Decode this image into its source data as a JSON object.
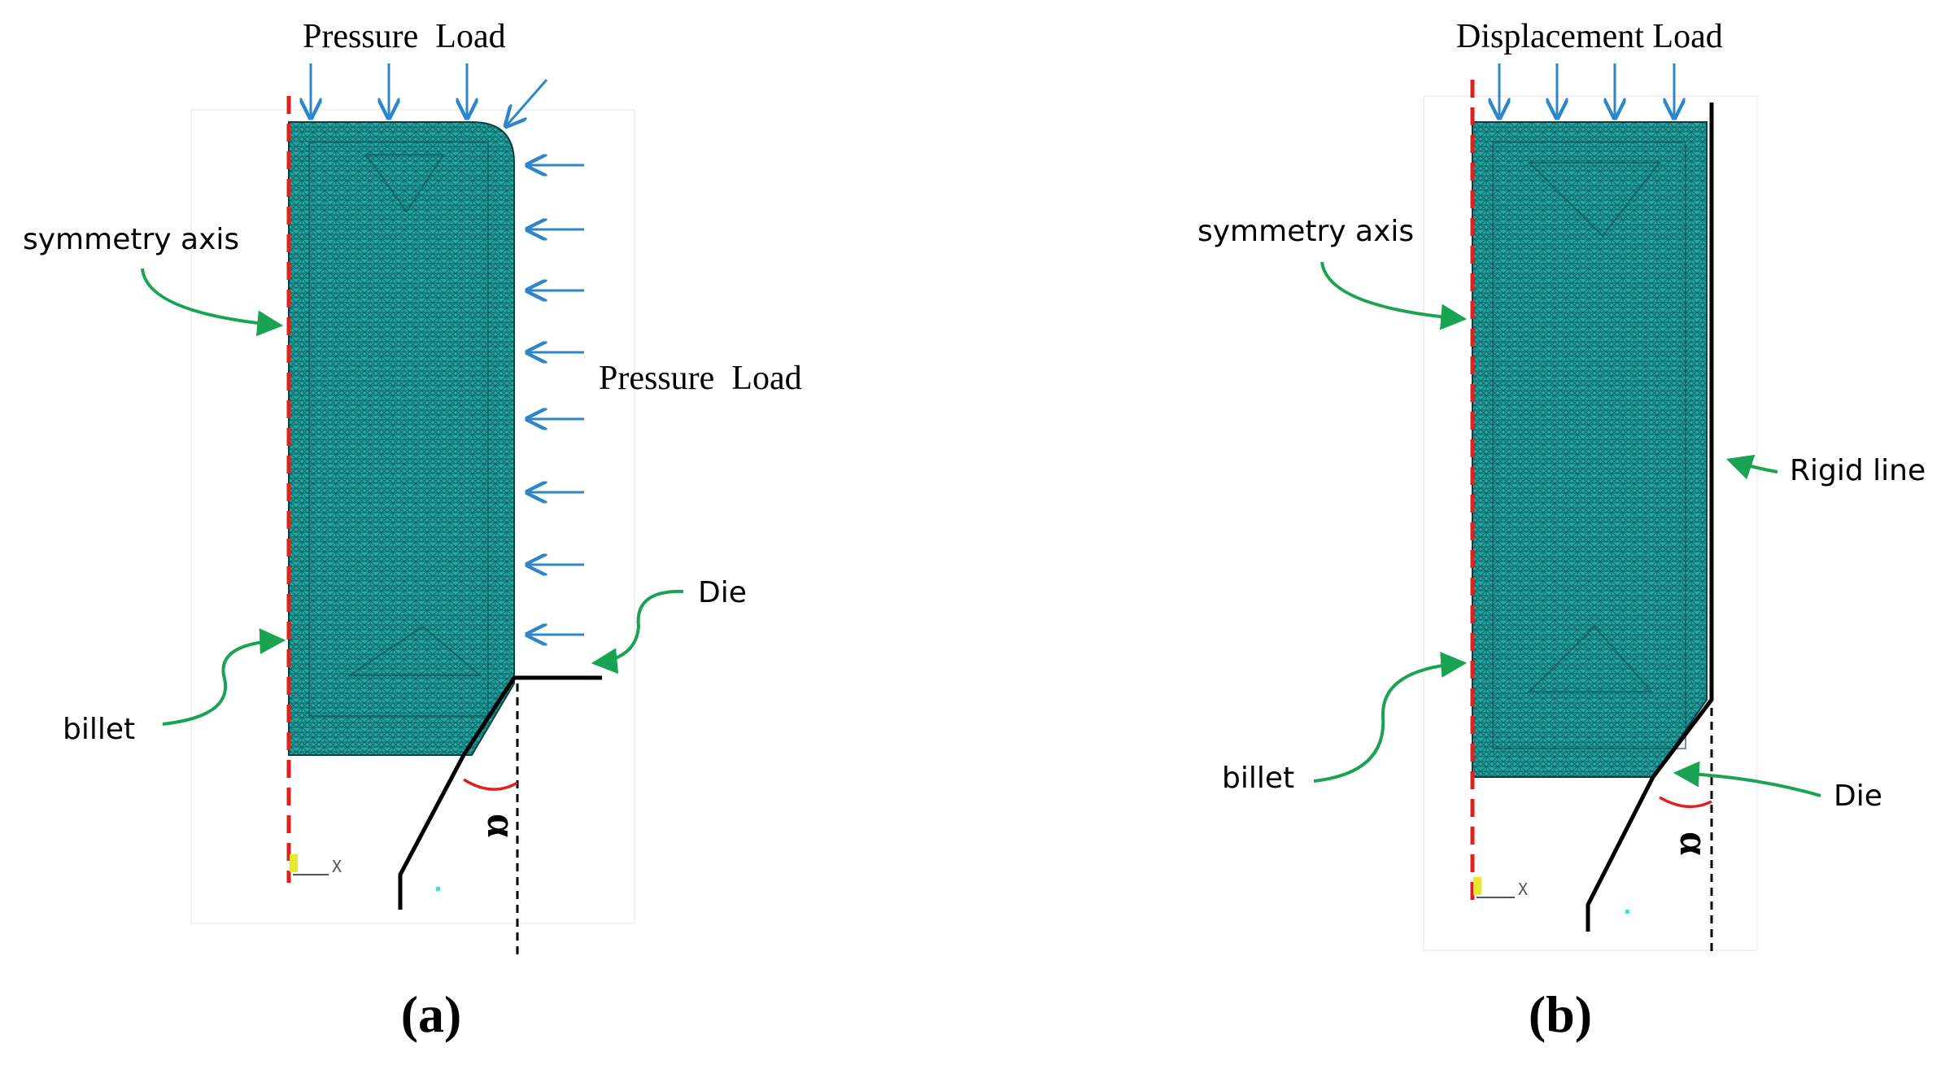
{
  "panels": [
    {
      "id": "a",
      "caption": "(a)",
      "top_load_label": "Pressure  Load",
      "side_load_label": "Pressure  Load",
      "symmetry_label": "symmetry axis",
      "billet_label": "billet",
      "die_label": "Die",
      "angle_symbol": "α",
      "triad_label": "X"
    },
    {
      "id": "b",
      "caption": "(b)",
      "top_load_label": "Displacement Load",
      "symmetry_label": "symmetry axis",
      "rigid_label": "Rigid line",
      "billet_label": "billet",
      "die_label": "Die",
      "angle_symbol": "α",
      "triad_label": "X"
    }
  ],
  "colors": {
    "mesh_fill": "#22a7a4",
    "mesh_line": "#0b3e40",
    "load_arrow": "#2e86c8",
    "annotation_arrow": "#1aa353",
    "symmetry_axis": "#e0201b",
    "angle_arc": "#e0201b",
    "outline": "#000000"
  },
  "icons": [
    "load-arrow-icon",
    "annotation-arrow-icon",
    "coordinate-triad-icon"
  ]
}
